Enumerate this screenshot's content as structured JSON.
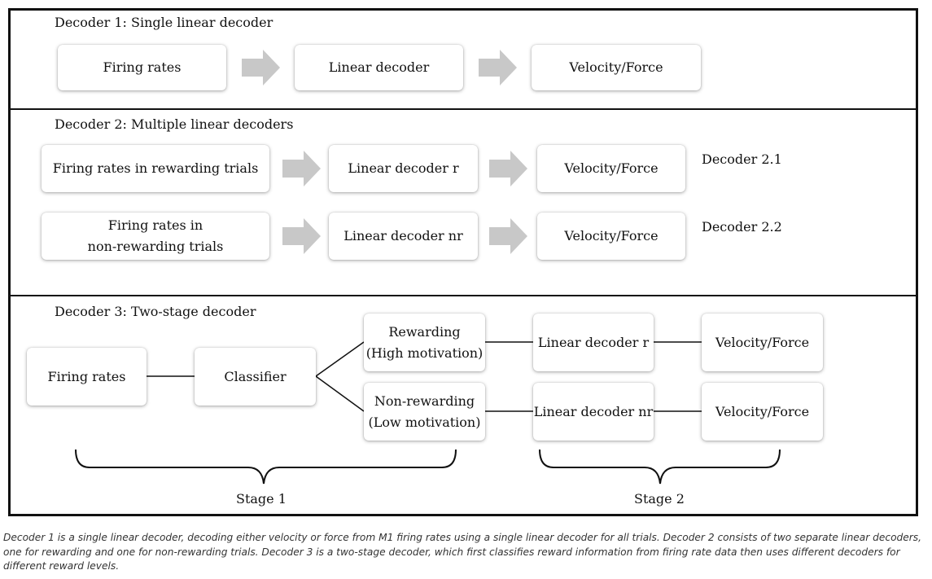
{
  "decoder1": {
    "title": "Decoder 1: Single linear decoder",
    "box1": "Firing rates",
    "box2": "Linear decoder",
    "box3": "Velocity/Force"
  },
  "decoder2": {
    "title": "Decoder 2: Multiple linear decoders",
    "row1": {
      "box1": "Firing rates in rewarding trials",
      "box2": "Linear decoder r",
      "box3": "Velocity/Force",
      "label": "Decoder 2.1"
    },
    "row2": {
      "box1": "Firing rates in\nnon-rewarding trials",
      "box2": "Linear decoder nr",
      "box3": "Velocity/Force",
      "label": "Decoder 2.2"
    }
  },
  "decoder3": {
    "title": "Decoder 3: Two-stage decoder",
    "firing_rates": "Firing rates",
    "classifier": "Classifier",
    "rewarding": "Rewarding\n(High motivation)",
    "non_rewarding": "Non-rewarding\n(Low motivation)",
    "linear_r": "Linear decoder r",
    "linear_nr": "Linear decoder nr",
    "velocity_top": "Velocity/Force",
    "velocity_bottom": "Velocity/Force",
    "stage1": "Stage 1",
    "stage2": "Stage 2"
  },
  "caption": "Decoder 1 is a single linear decoder, decoding either velocity or force from M1 firing rates using a single linear decoder for all trials. Decoder 2 consists of two separate linear decoders, one for rewarding and one for non-rewarding trials. Decoder 3 is a two-stage decoder, which first classifies reward information from firing rate data then uses different decoders for different reward levels.",
  "colors": {
    "arrow": "#c8c8c8",
    "line": "#111111"
  }
}
